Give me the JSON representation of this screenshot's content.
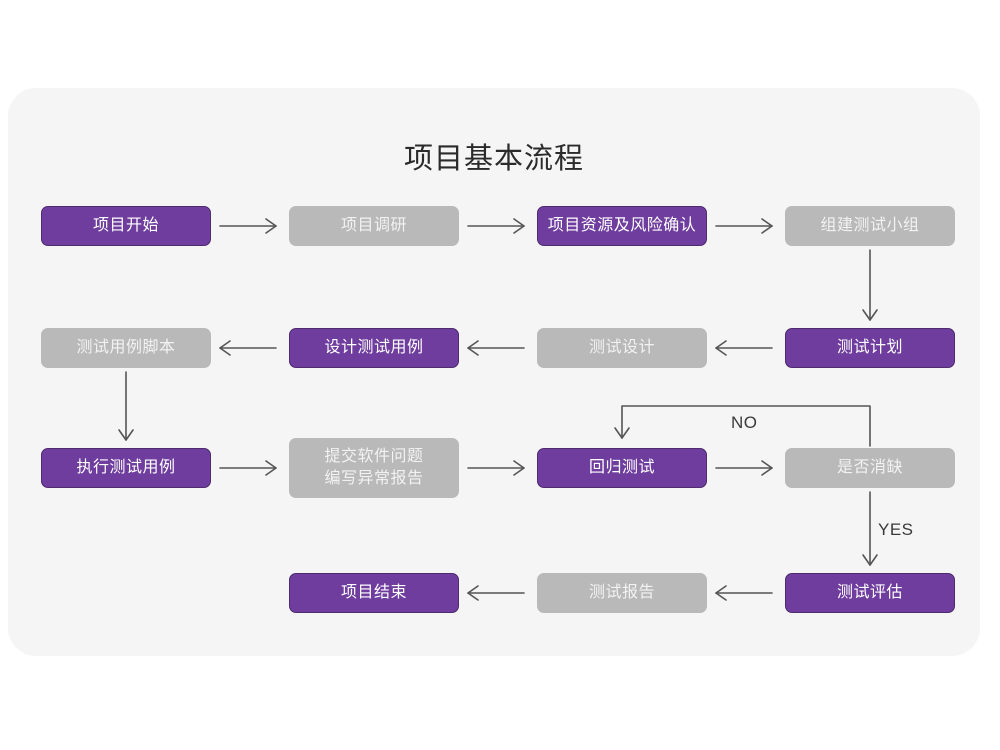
{
  "title": "项目基本流程",
  "colors": {
    "page_background": "#ffffff",
    "card_background": "#f5f5f5",
    "purple_fill": "#6f3d9e",
    "purple_border": "#4d2b6e",
    "gray_fill": "#b9b9b9",
    "node_text_purple": "#ffffff",
    "node_text_gray": "#f2f2f2",
    "arrow": "#555555",
    "title_text": "#2b2b2b"
  },
  "nodes": [
    {
      "id": "project-start",
      "label": "项目开始",
      "style": "purple",
      "row": 1,
      "col": 1
    },
    {
      "id": "project-research",
      "label": "项目调研",
      "style": "gray",
      "row": 1,
      "col": 2
    },
    {
      "id": "resource-risk-confirm",
      "label": "项目资源及风险确认",
      "style": "purple",
      "row": 1,
      "col": 3
    },
    {
      "id": "build-test-team",
      "label": "组建测试小组",
      "style": "gray",
      "row": 1,
      "col": 4
    },
    {
      "id": "test-case-script",
      "label": "测试用例脚本",
      "style": "gray",
      "row": 2,
      "col": 1
    },
    {
      "id": "design-test-case",
      "label": "设计测试用例",
      "style": "purple",
      "row": 2,
      "col": 2
    },
    {
      "id": "test-design",
      "label": "测试设计",
      "style": "gray",
      "row": 2,
      "col": 3
    },
    {
      "id": "test-plan",
      "label": "测试计划",
      "style": "purple",
      "row": 2,
      "col": 4
    },
    {
      "id": "execute-test-case",
      "label": "执行测试用例",
      "style": "purple",
      "row": 3,
      "col": 1
    },
    {
      "id": "submit-bug-report",
      "label": "提交软件问题\n编写异常报告",
      "style": "gray",
      "row": 3,
      "col": 2
    },
    {
      "id": "regression-test",
      "label": "回归测试",
      "style": "purple",
      "row": 3,
      "col": 3
    },
    {
      "id": "defect-cleared",
      "label": "是否消缺",
      "style": "gray",
      "row": 3,
      "col": 4
    },
    {
      "id": "project-end",
      "label": "项目结束",
      "style": "purple",
      "row": 4,
      "col": 2
    },
    {
      "id": "test-report",
      "label": "测试报告",
      "style": "gray",
      "row": 4,
      "col": 3
    },
    {
      "id": "test-evaluation",
      "label": "测试评估",
      "style": "purple",
      "row": 4,
      "col": 4
    }
  ],
  "edge_labels": {
    "no": "NO",
    "yes": "YES"
  },
  "edges": [
    {
      "from": "project-start",
      "to": "project-research",
      "direction": "right"
    },
    {
      "from": "project-research",
      "to": "resource-risk-confirm",
      "direction": "right"
    },
    {
      "from": "resource-risk-confirm",
      "to": "build-test-team",
      "direction": "right"
    },
    {
      "from": "build-test-team",
      "to": "test-plan",
      "direction": "down"
    },
    {
      "from": "test-plan",
      "to": "test-design",
      "direction": "left"
    },
    {
      "from": "test-design",
      "to": "design-test-case",
      "direction": "left"
    },
    {
      "from": "design-test-case",
      "to": "test-case-script",
      "direction": "left"
    },
    {
      "from": "test-case-script",
      "to": "execute-test-case",
      "direction": "down"
    },
    {
      "from": "execute-test-case",
      "to": "submit-bug-report",
      "direction": "right"
    },
    {
      "from": "submit-bug-report",
      "to": "regression-test",
      "direction": "right"
    },
    {
      "from": "regression-test",
      "to": "defect-cleared",
      "direction": "right"
    },
    {
      "from": "defect-cleared",
      "to": "regression-test",
      "direction": "loop-up",
      "label": "NO"
    },
    {
      "from": "defect-cleared",
      "to": "test-evaluation",
      "direction": "down",
      "label": "YES"
    },
    {
      "from": "test-evaluation",
      "to": "test-report",
      "direction": "left"
    },
    {
      "from": "test-report",
      "to": "project-end",
      "direction": "left"
    }
  ]
}
